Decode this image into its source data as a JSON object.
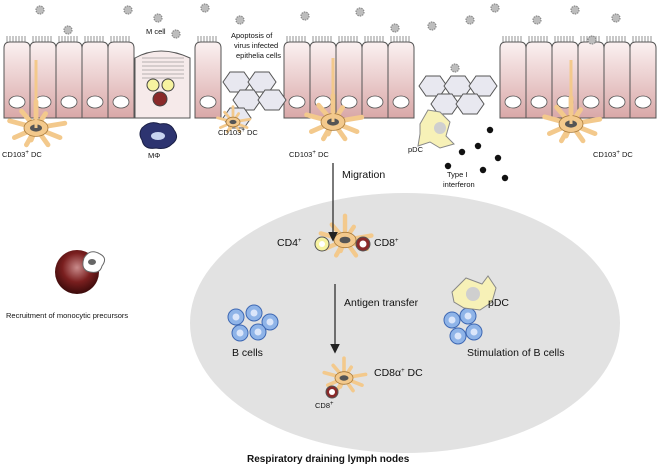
{
  "labels": {
    "m_cell": "M cell",
    "apoptosis": [
      "Apoptosis of",
      "virus infected",
      "epithelia cells"
    ],
    "cd103_dc": "CD103",
    "dc_suffix": " DC",
    "cd103_sup": "+",
    "macrophage": "MΦ",
    "pdc": "pDC",
    "type_i_interferon": [
      "Type I",
      "interferon"
    ],
    "migration": "Migration",
    "cd4": "CD4",
    "cd8": "CD8",
    "antigen_transfer": "Antigen transfer",
    "b_cells": "B cells",
    "stimulation_b_cells": "Stimulation of B cells",
    "cd8a_dc": "CD8α",
    "recruitment": "Recruitment of monocytic precursors",
    "lymph_nodes": "Respiratory draining lymph nodes",
    "plus": "+"
  },
  "colors": {
    "epithelium": "#f3dede",
    "epithelium_dark": "#c58f8f",
    "dc": "#f3c98c",
    "dc_stroke": "#a87a3b",
    "lymph_node": "#e2e2e2",
    "b_cell": "#8fb4e8",
    "b_cell_stroke": "#3e68b3",
    "virus": "#bdbdbd",
    "monocyte": "#6b1717",
    "pdc": "#f7f1b7"
  }
}
